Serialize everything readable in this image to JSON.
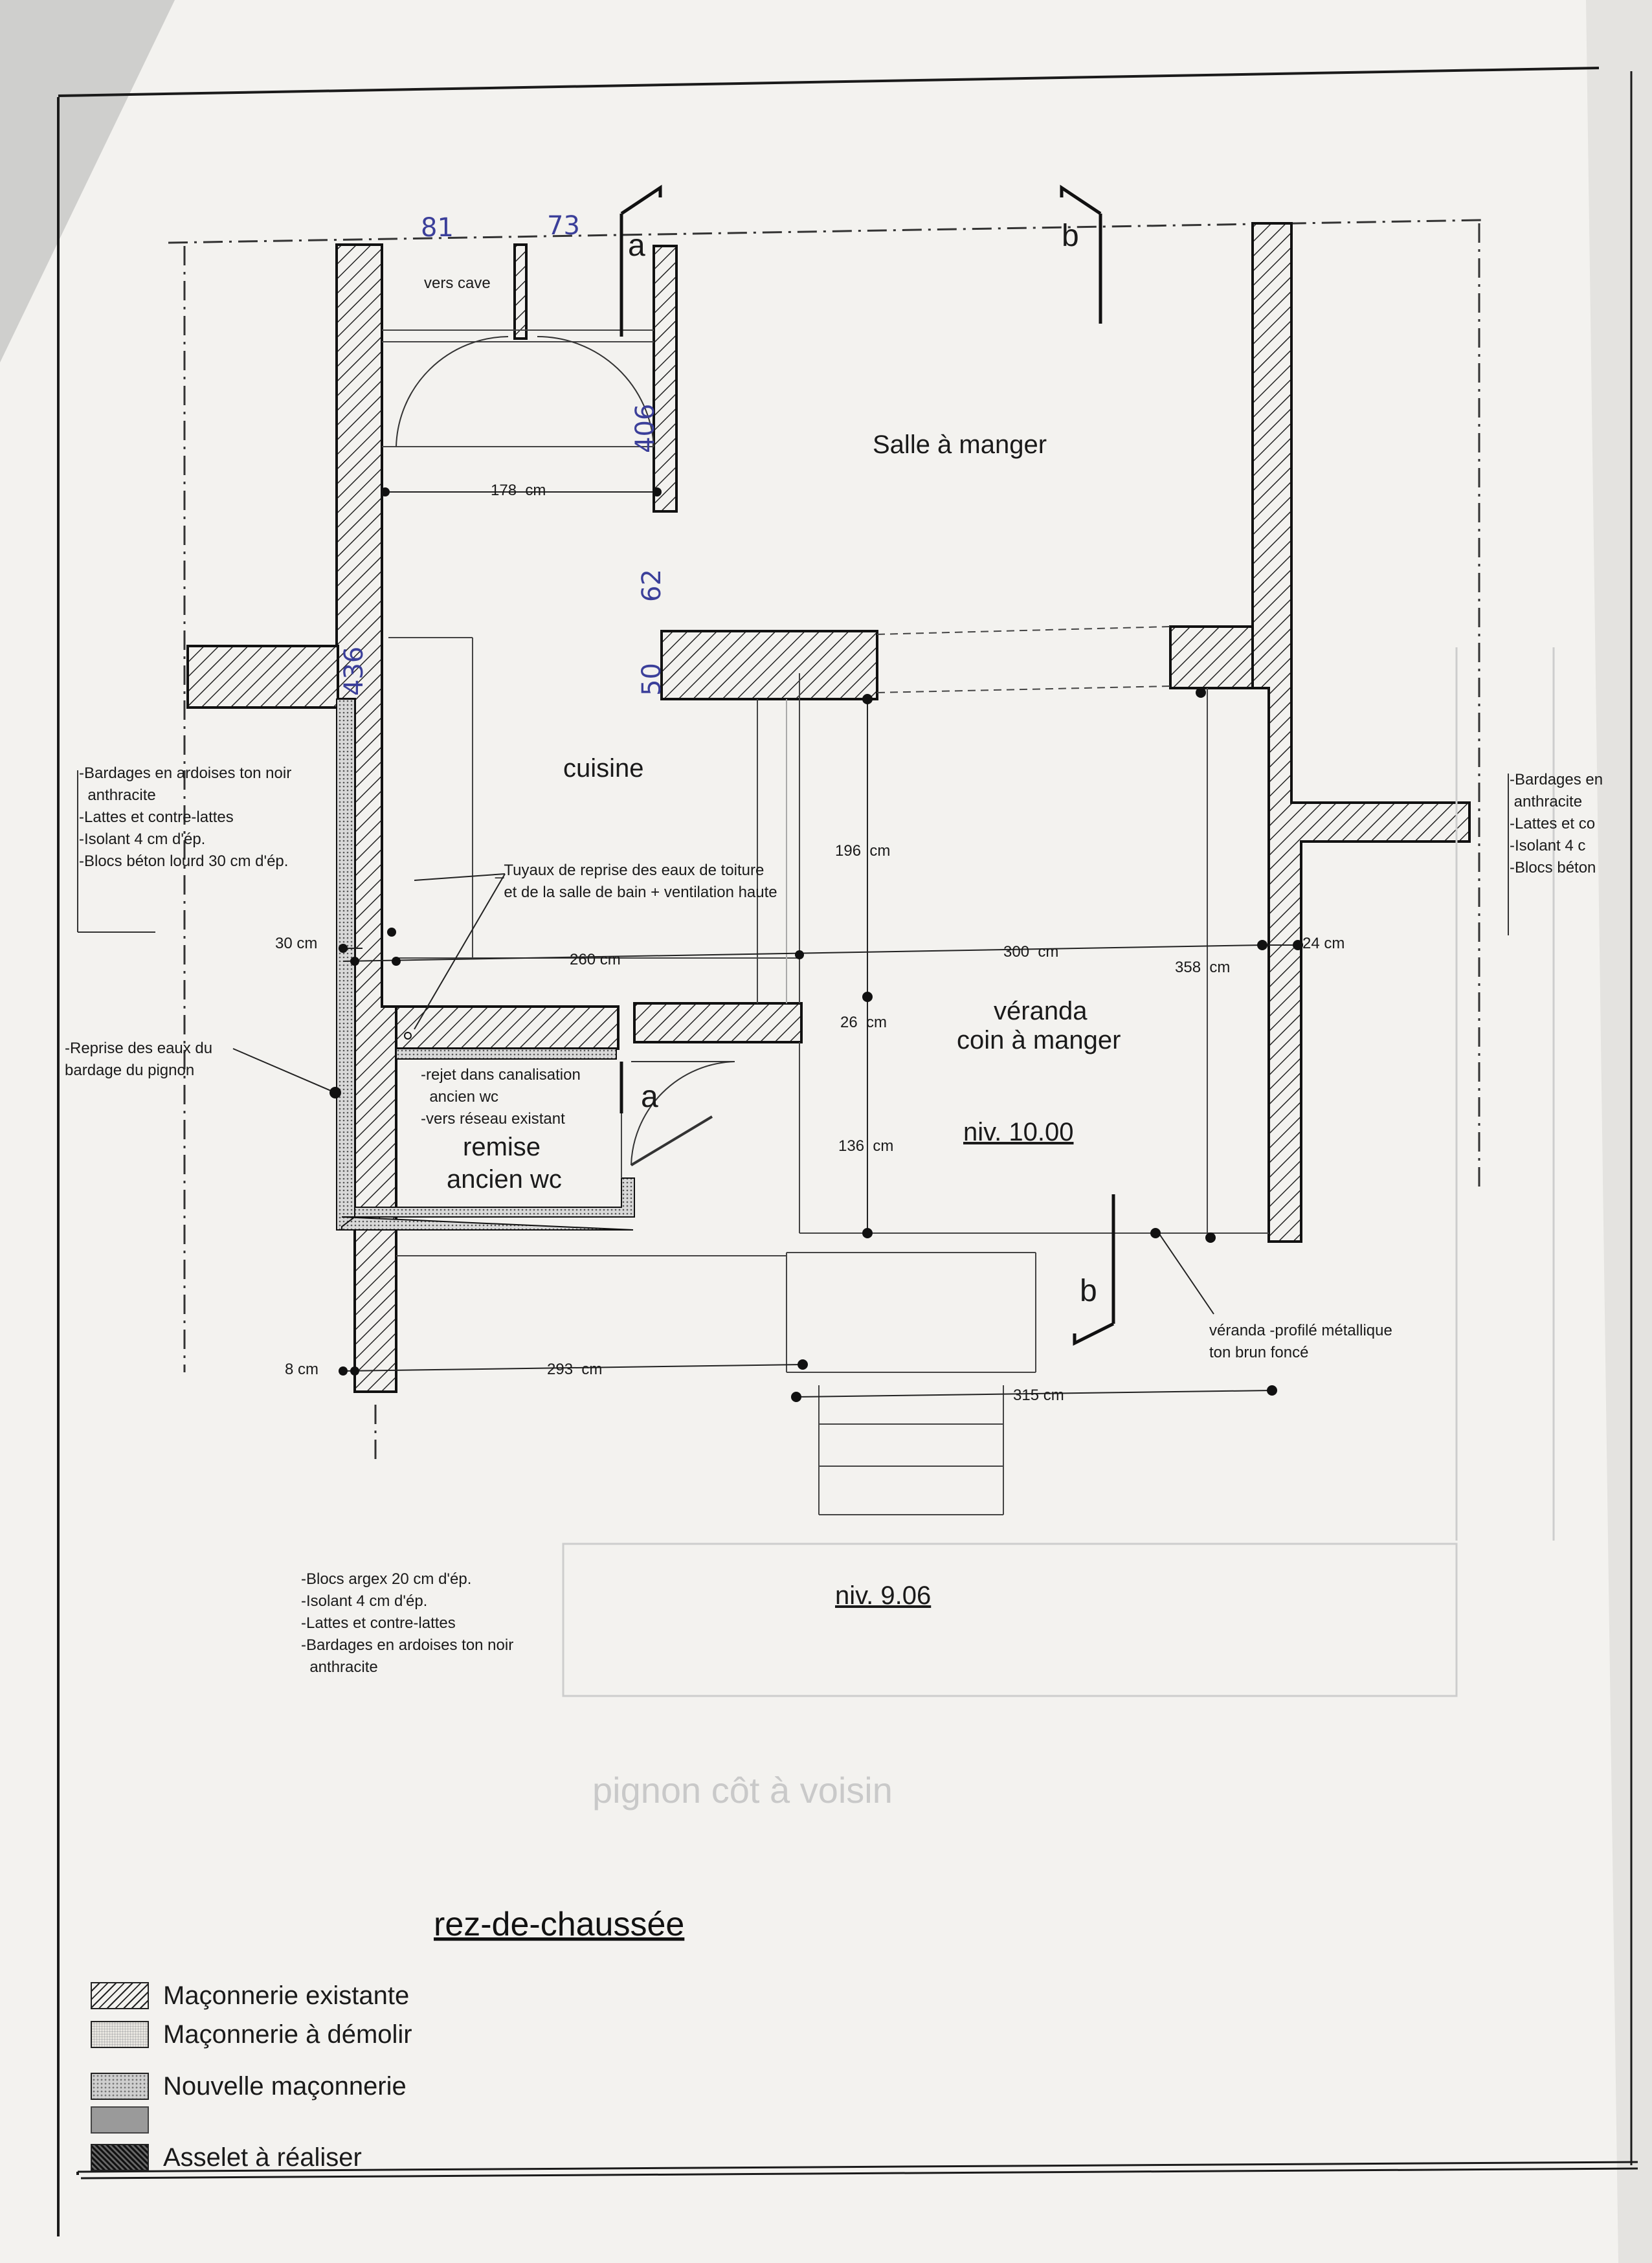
{
  "rooms": {
    "salle": "Salle à manger",
    "cuisine": "cuisine",
    "veranda_1": "véranda",
    "veranda_2": "coin à manger",
    "remise_1": "remise",
    "remise_2": "ancien wc",
    "cave": "vers cave"
  },
  "levels": {
    "upper": "niv. 10.00",
    "lower": "niv. 9.06"
  },
  "sections": {
    "a_top": "a",
    "a_low": "a",
    "b_top": "b",
    "b_low": "b"
  },
  "handwritten": {
    "w81": "81",
    "w73": "73",
    "d406": "406",
    "d436": "436",
    "d62": "62",
    "d50": "50"
  },
  "dimensions": {
    "d178": "178  cm",
    "d196": "196  cm",
    "d26": "26  cm",
    "d136": "136  cm",
    "d30": "30 cm",
    "d260": "260 cm",
    "d300": "300  cm",
    "d358": "358  cm",
    "d24": "24 cm",
    "d8": "8 cm",
    "d293": "293  cm",
    "d315": "315 cm"
  },
  "notes": {
    "left": [
      "-Bardages en ardoises ton noir",
      "  anthracite",
      "-Lattes et contre-lattes",
      "-Isolant 4 cm d'ép.",
      "-Blocs béton lourd 30 cm d'ép."
    ],
    "right": [
      "-Bardages en",
      " anthracite",
      "-Lattes et co",
      "-Isolant 4 c",
      "-Blocs béton"
    ],
    "bottom": [
      "-Blocs argex 20 cm d'ép.",
      "-Isolant 4 cm d'ép.",
      "-Lattes et contre-lattes",
      "-Bardages en ardoises ton noir",
      "  anthracite"
    ],
    "pipes": [
      "_Tuyaux de reprise des eaux de toiture",
      "  et de la salle de bain + ventilation haute"
    ],
    "reprise": [
      "-Reprise des eaux du",
      "bardage du pignon"
    ],
    "rejet": [
      "-rejet dans canalisation",
      "  ancien wc",
      "-vers réseau existant"
    ],
    "veranda_profile": [
      "véranda -profilé métallique",
      "ton brun foncé"
    ]
  },
  "faint": {
    "pignon": "pignon côt à voisin"
  },
  "title": "rez-de-chaussée",
  "legend": [
    "Maçonnerie existante",
    "Maçonnerie à démolir",
    "Nouvelle maçonnerie",
    "Asselet à réaliser"
  ]
}
